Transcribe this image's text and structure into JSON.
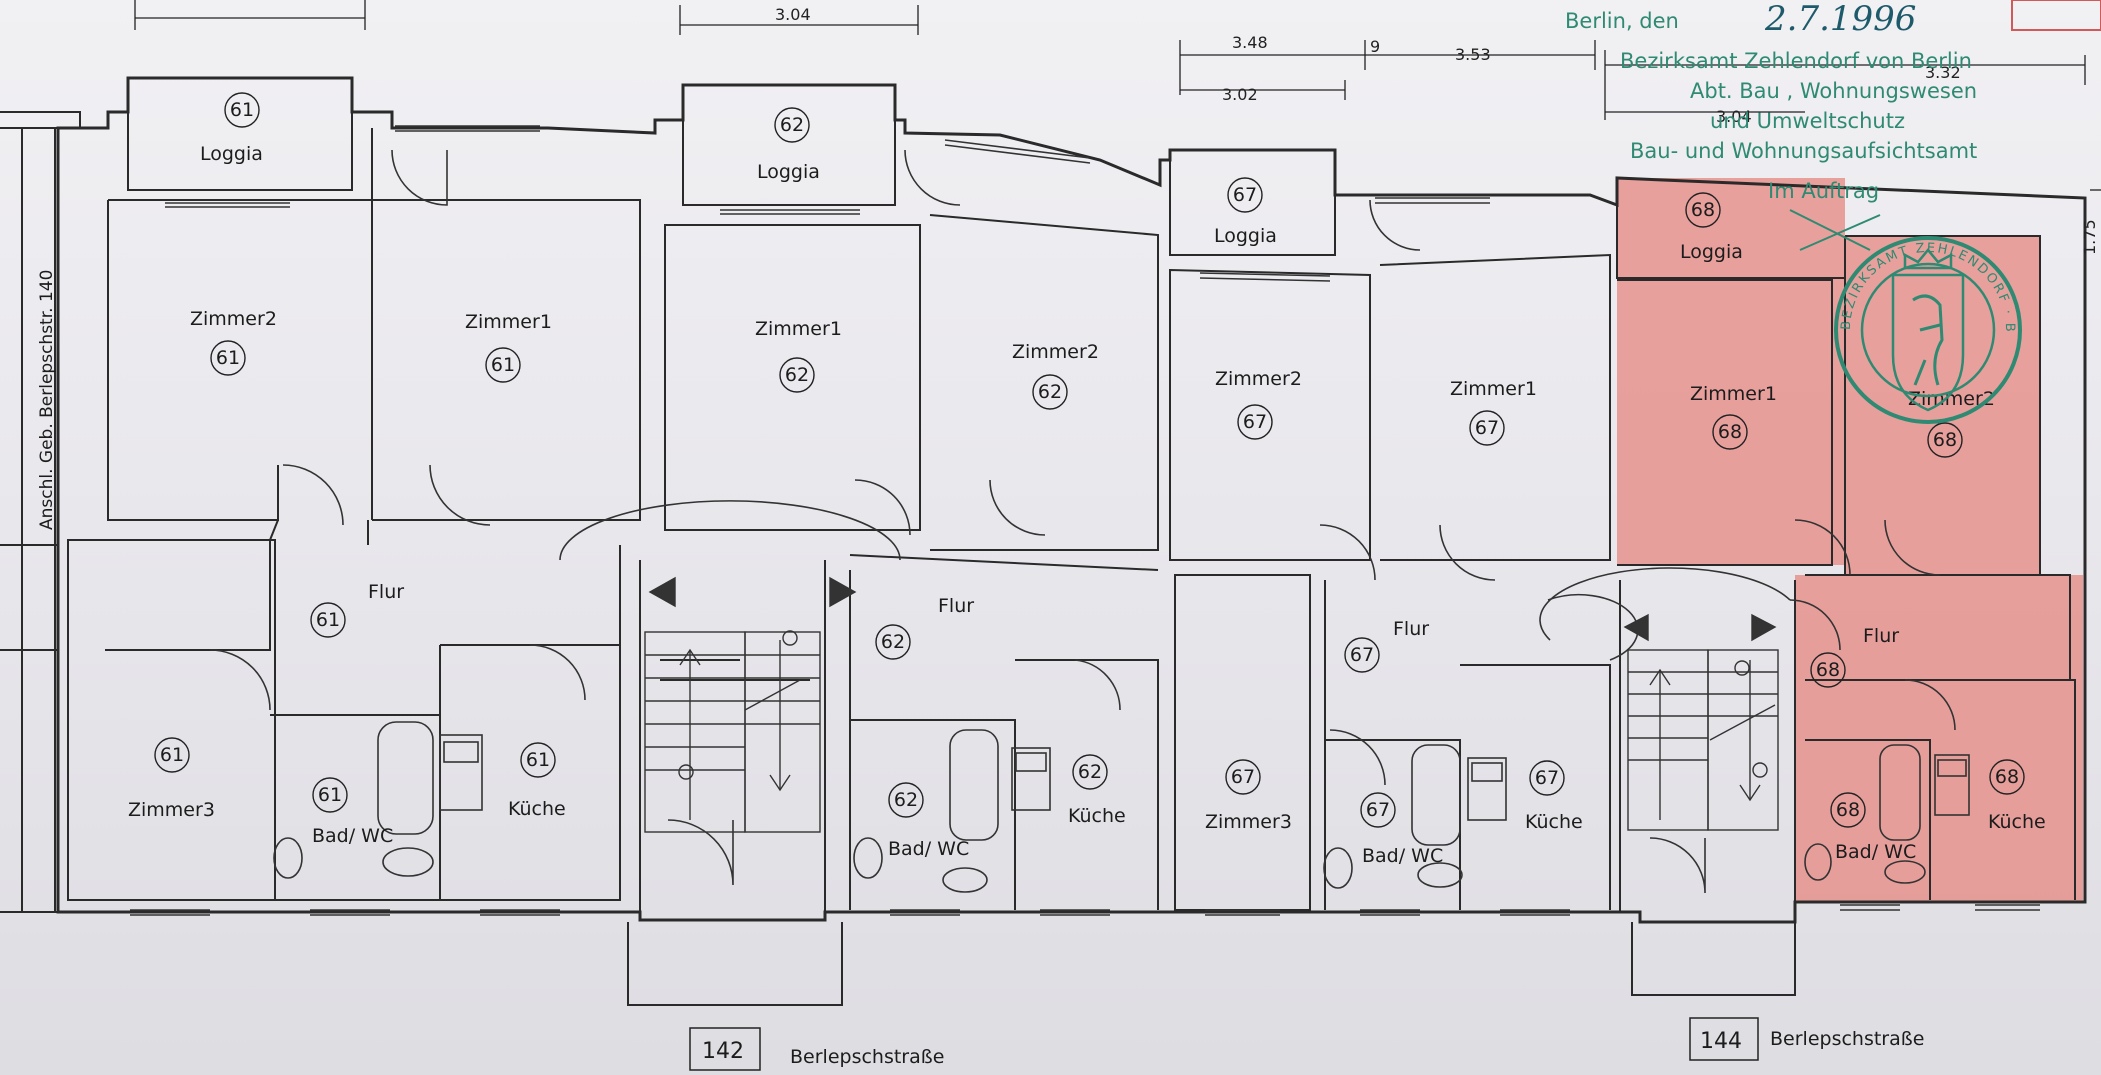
{
  "header": {
    "city_label": "Berlin, den",
    "date_handwritten": "2.7.1996",
    "stamp_lines": [
      "Bezirksamt Zehlendorf von Berlin",
      "Abt. Bau , Wohnungswesen",
      "und Umweltschutz",
      "Bau- und Wohnungsaufsichtsamt",
      "Im Auftrag"
    ],
    "seal_text": "BEZIRKSAMT ZEHLENDORF · BERLIN"
  },
  "dimensions": [
    "3.04",
    "3.48",
    "9",
    "3.53",
    "3.02",
    "3.04",
    "3.32",
    "1.75"
  ],
  "side_label": "Anschl. Geb. Berlepschstr. 140",
  "highlight_color": "#e68a84",
  "stamp_color": "#2e8a72",
  "rooms": [
    {
      "name": "Loggia",
      "num": "61"
    },
    {
      "name": "Zimmer2",
      "num": "61"
    },
    {
      "name": "Zimmer1",
      "num": "61"
    },
    {
      "name": "Flur",
      "num": "61"
    },
    {
      "name": "Zimmer3",
      "num": "61"
    },
    {
      "name": "Bad/ WC",
      "num": "61"
    },
    {
      "name": "Küche",
      "num": "61"
    },
    {
      "name": "Loggia",
      "num": "62"
    },
    {
      "name": "Zimmer1",
      "num": "62"
    },
    {
      "name": "Zimmer2",
      "num": "62"
    },
    {
      "name": "Flur",
      "num": "62"
    },
    {
      "name": "Bad/ WC",
      "num": "62"
    },
    {
      "name": "Küche",
      "num": "62"
    },
    {
      "name": "Loggia",
      "num": "67"
    },
    {
      "name": "Zimmer2",
      "num": "67"
    },
    {
      "name": "Zimmer1",
      "num": "67"
    },
    {
      "name": "Flur",
      "num": "67"
    },
    {
      "name": "Zimmer3",
      "num": "67"
    },
    {
      "name": "Bad/ WC",
      "num": "67"
    },
    {
      "name": "Küche",
      "num": "67"
    },
    {
      "name": "Loggia",
      "num": "68"
    },
    {
      "name": "Zimmer1",
      "num": "68"
    },
    {
      "name": "Zimmer2",
      "num": "68"
    },
    {
      "name": "Flur",
      "num": "68"
    },
    {
      "name": "Bad/ WC",
      "num": "68"
    },
    {
      "name": "Küche",
      "num": "68"
    }
  ],
  "buildings": [
    {
      "number": "142",
      "street": "Berlepschstraße"
    },
    {
      "number": "144",
      "street": "Berlepschstraße"
    }
  ]
}
